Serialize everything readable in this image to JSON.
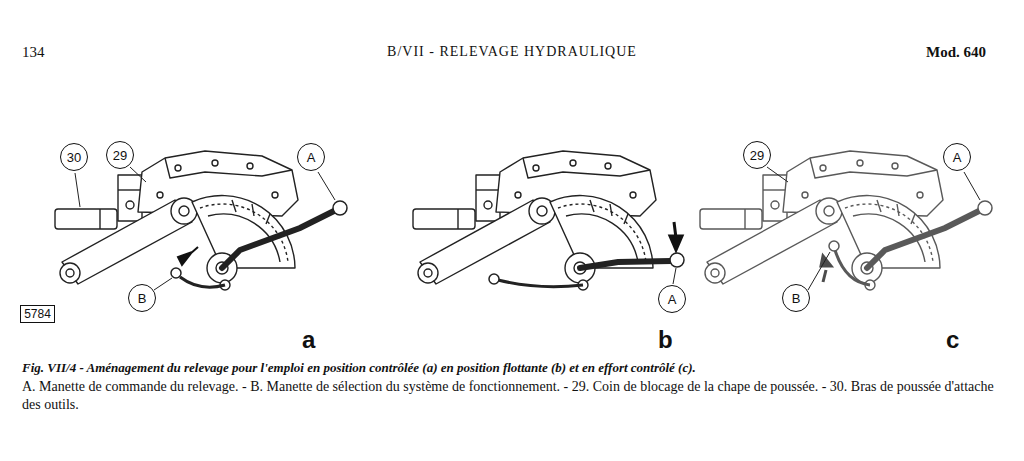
{
  "diagram": {
    "title": "B/VII - RELEVAGE HYDRAULIQUE",
    "caption": "Fig. VII/4 - Aménagement du relevage pour l'emploi en position contrôlée (a) en position flottante (b) et en effort contrôlé (c).",
    "nodes": [
      {
        "text": [
          "30"
        ]
      },
      {
        "text": [
          "29"
        ]
      },
      {
        "text": [
          "A"
        ]
      },
      {
        "text": [
          "B"
        ]
      },
      {
        "text": [
          "5784"
        ]
      },
      {
        "text": [
          "A"
        ]
      },
      {
        "text": [
          "29"
        ]
      },
      {
        "text": [
          "A"
        ]
      },
      {
        "text": [
          "B"
        ]
      }
    ],
    "labels": [
      "134",
      "Mod. 640",
      "a",
      "b",
      "c",
      "A. Manette de commande du relevage. - B. Manette de sélection du système de fonctionnement. - 29. Coin de blocage de la chape de poussée. - 30. Bras de poussée d'attache des outils."
    ]
  }
}
